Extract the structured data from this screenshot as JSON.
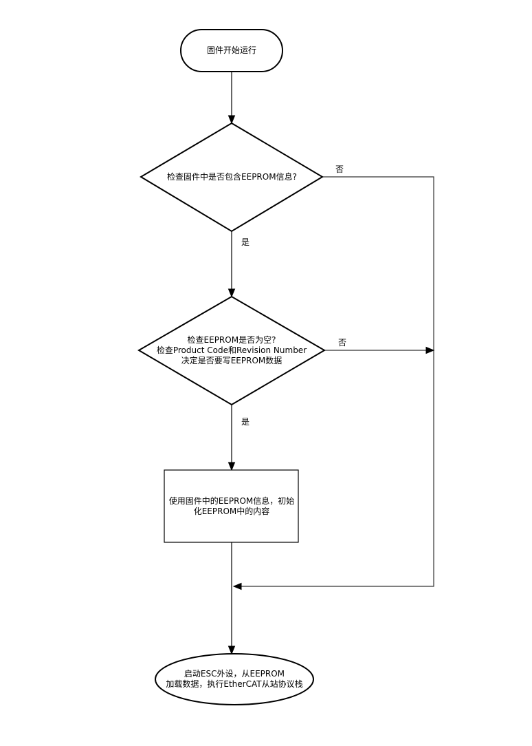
{
  "diagram": {
    "type": "flowchart",
    "nodes": [
      {
        "id": "start",
        "shape": "terminator",
        "text": "固件开始运行"
      },
      {
        "id": "decision1",
        "shape": "decision",
        "text": "检查固件中是否包含EEPROM信息?"
      },
      {
        "id": "decision2",
        "shape": "decision",
        "text": "检查EEPROM是否为空?\n检查Product Code和Revision Number\n决定是否要写EEPROM数据"
      },
      {
        "id": "process1",
        "shape": "process",
        "text": "使用固件中的EEPROM信息，初始化EEPROM中的内容"
      },
      {
        "id": "end",
        "shape": "terminator",
        "text": "启动ESC外设，从EEPROM\n加载数据，执行EtherCAT从站协议栈"
      }
    ],
    "edges": [
      {
        "from": "start",
        "to": "decision1",
        "label": ""
      },
      {
        "from": "decision1",
        "to": "decision2",
        "label": "是"
      },
      {
        "from": "decision1",
        "to": "end",
        "label": "否"
      },
      {
        "from": "decision2",
        "to": "process1",
        "label": "是"
      },
      {
        "from": "decision2",
        "to": "end",
        "label": "否"
      },
      {
        "from": "process1",
        "to": "end",
        "label": ""
      }
    ],
    "edge_labels": {
      "d1_yes": "是",
      "d1_no": "否",
      "d2_yes": "是",
      "d2_no": "否"
    },
    "colors": {
      "stroke": "#000000",
      "fill": "#ffffff",
      "background": "#ffffff"
    }
  }
}
